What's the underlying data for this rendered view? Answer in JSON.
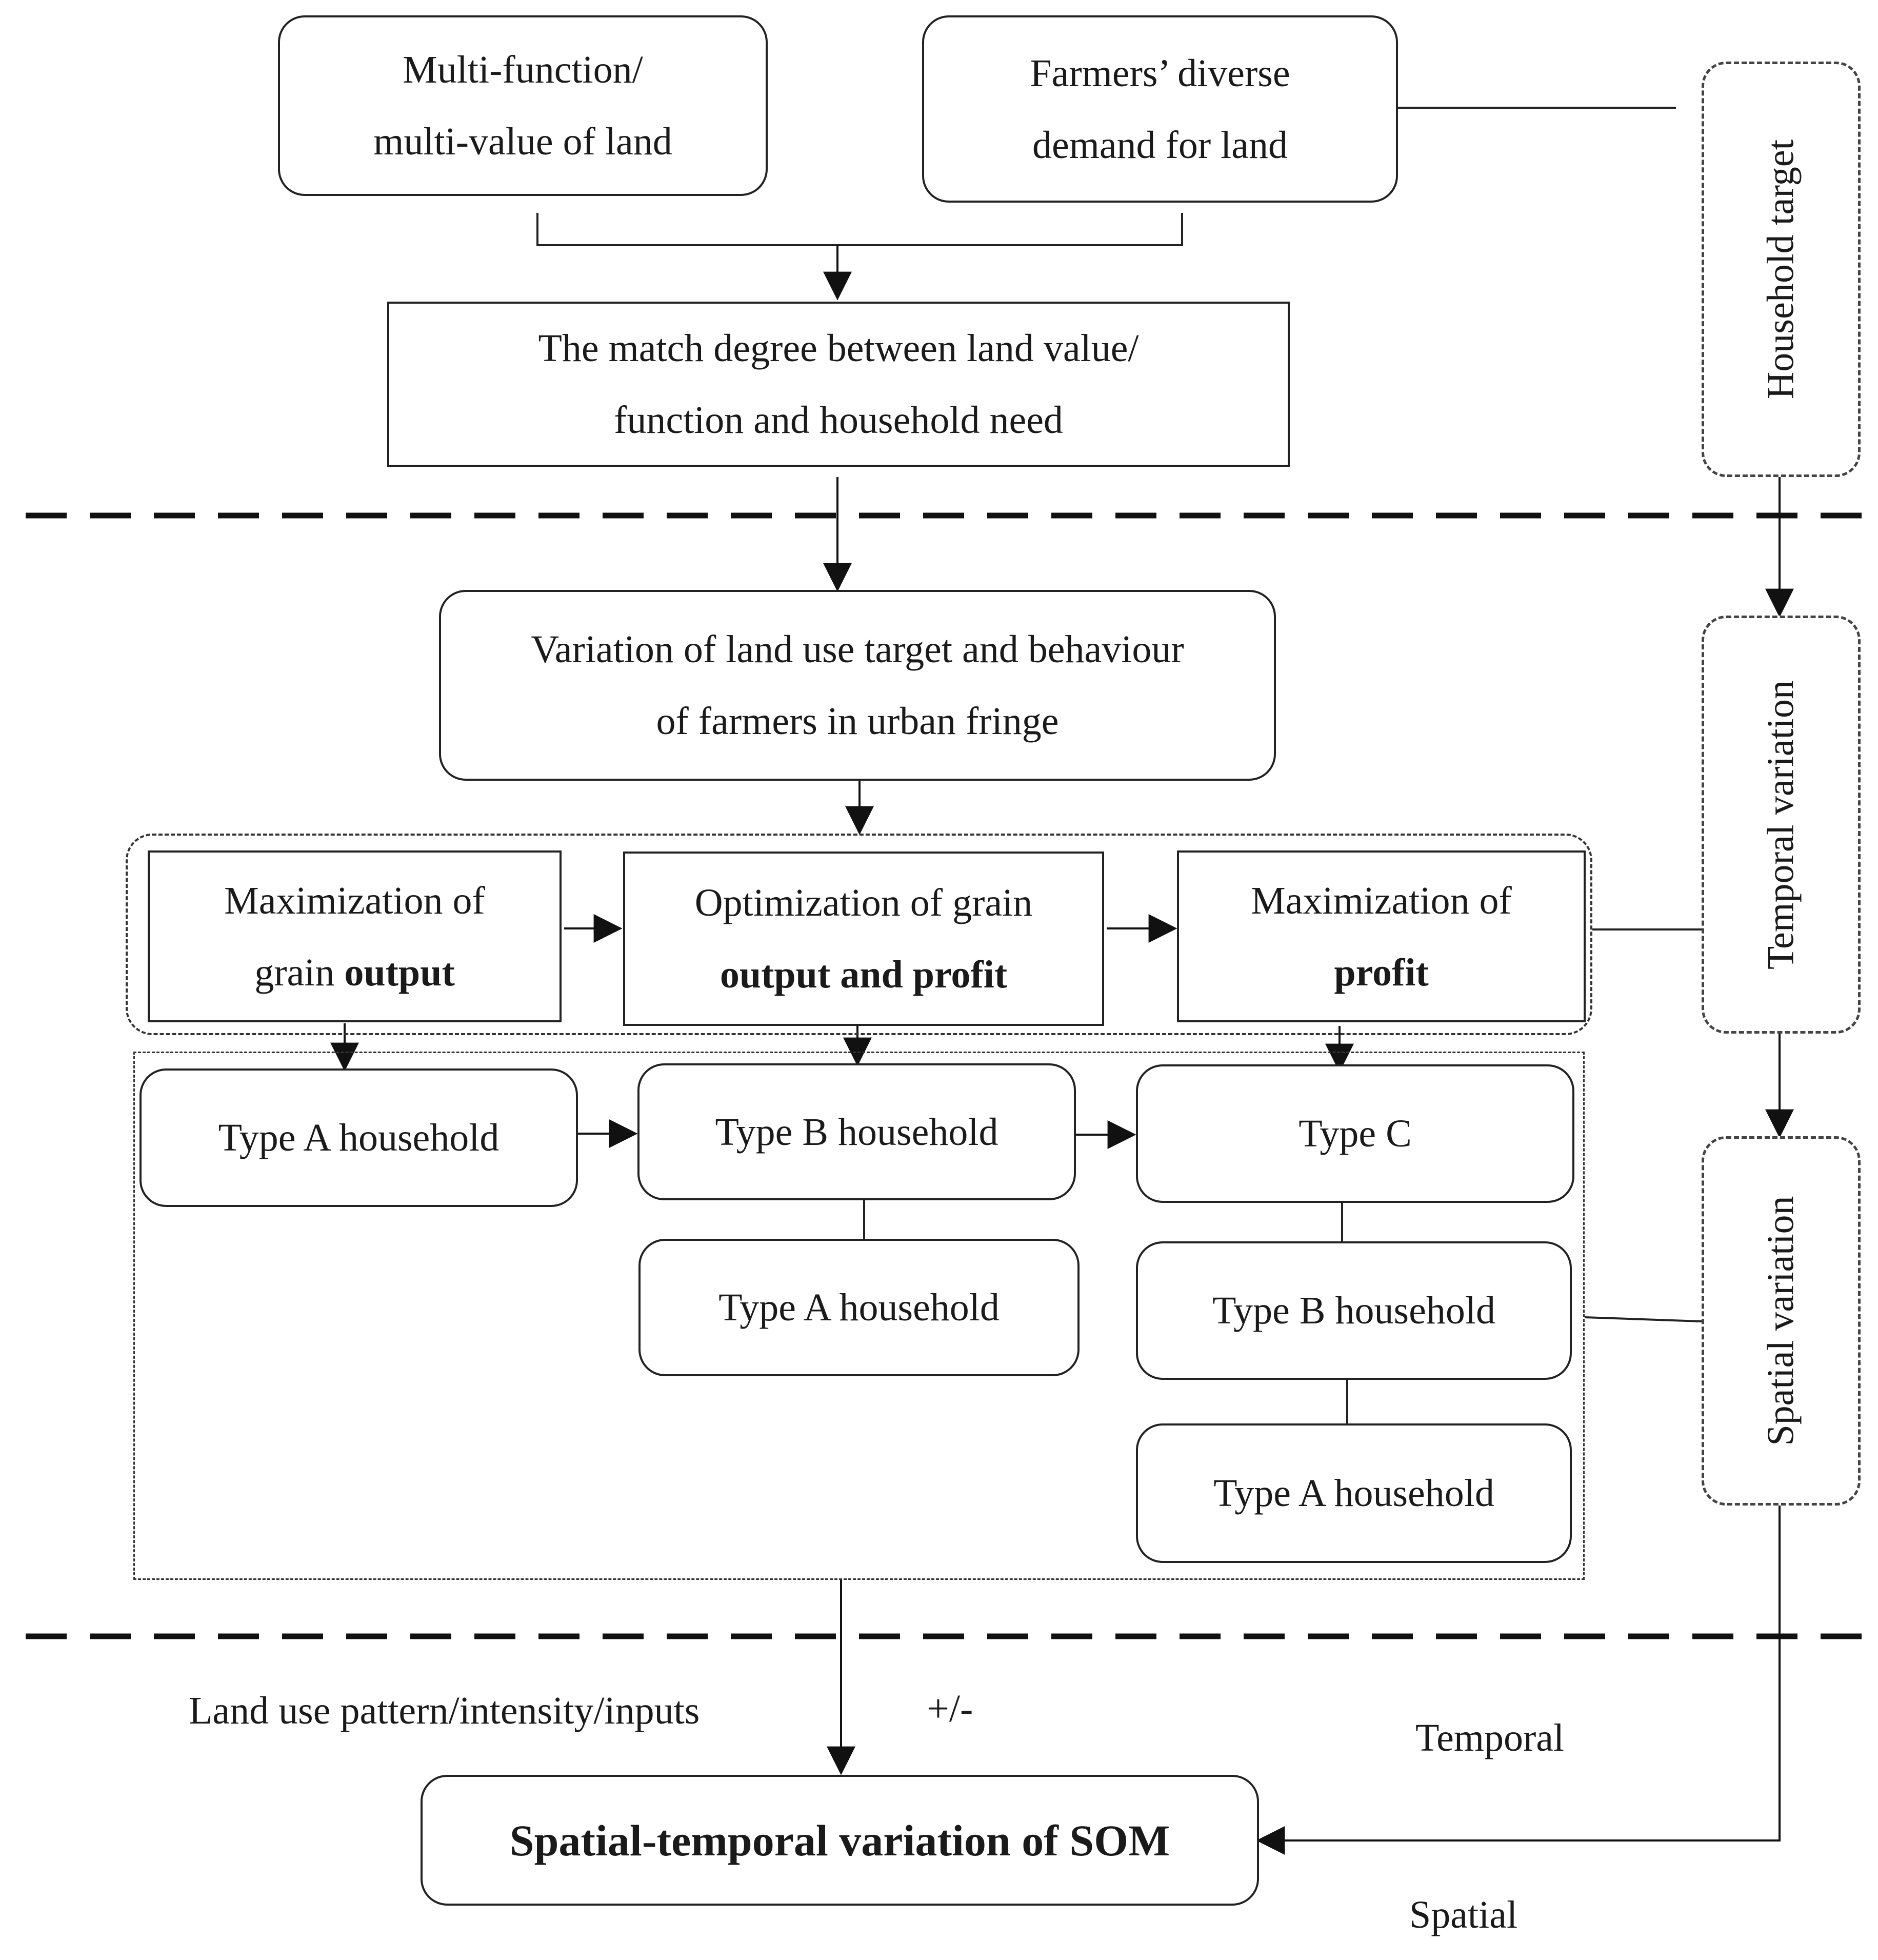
{
  "top": {
    "multi_function_l1": "Multi-function/",
    "multi_function_l2": "multi-value of land",
    "farmers_demand_l1": "Farmers’ diverse",
    "farmers_demand_l2": "demand for land",
    "match_degree_l1": "The match degree between land value/",
    "match_degree_l2": "function and household need"
  },
  "middle": {
    "variation_l1": "Variation of land use target and behaviour",
    "variation_l2": "of farmers in urban fringe",
    "max_grain_l1": "Maximization of",
    "max_grain_l2a": "grain ",
    "max_grain_l2b": "output",
    "opt_grain_l1": "Optimization of grain",
    "opt_grain_l2": "output and profit",
    "max_profit_l1": "Maximization of",
    "max_profit_l2": "profit",
    "type_a_household": "Type A household",
    "type_b_household": "Type B household",
    "type_c": "Type C"
  },
  "side": {
    "household_target": "Household target",
    "temporal_variation": "Temporal variation",
    "spatial_variation": "Spatial variation"
  },
  "bottom": {
    "land_use_label": "Land use pattern/intensity/inputs",
    "plus_minus": "+/-",
    "temporal": "Temporal",
    "spatial": "Spatial",
    "som_box": "Spatial-temporal variation of SOM"
  }
}
